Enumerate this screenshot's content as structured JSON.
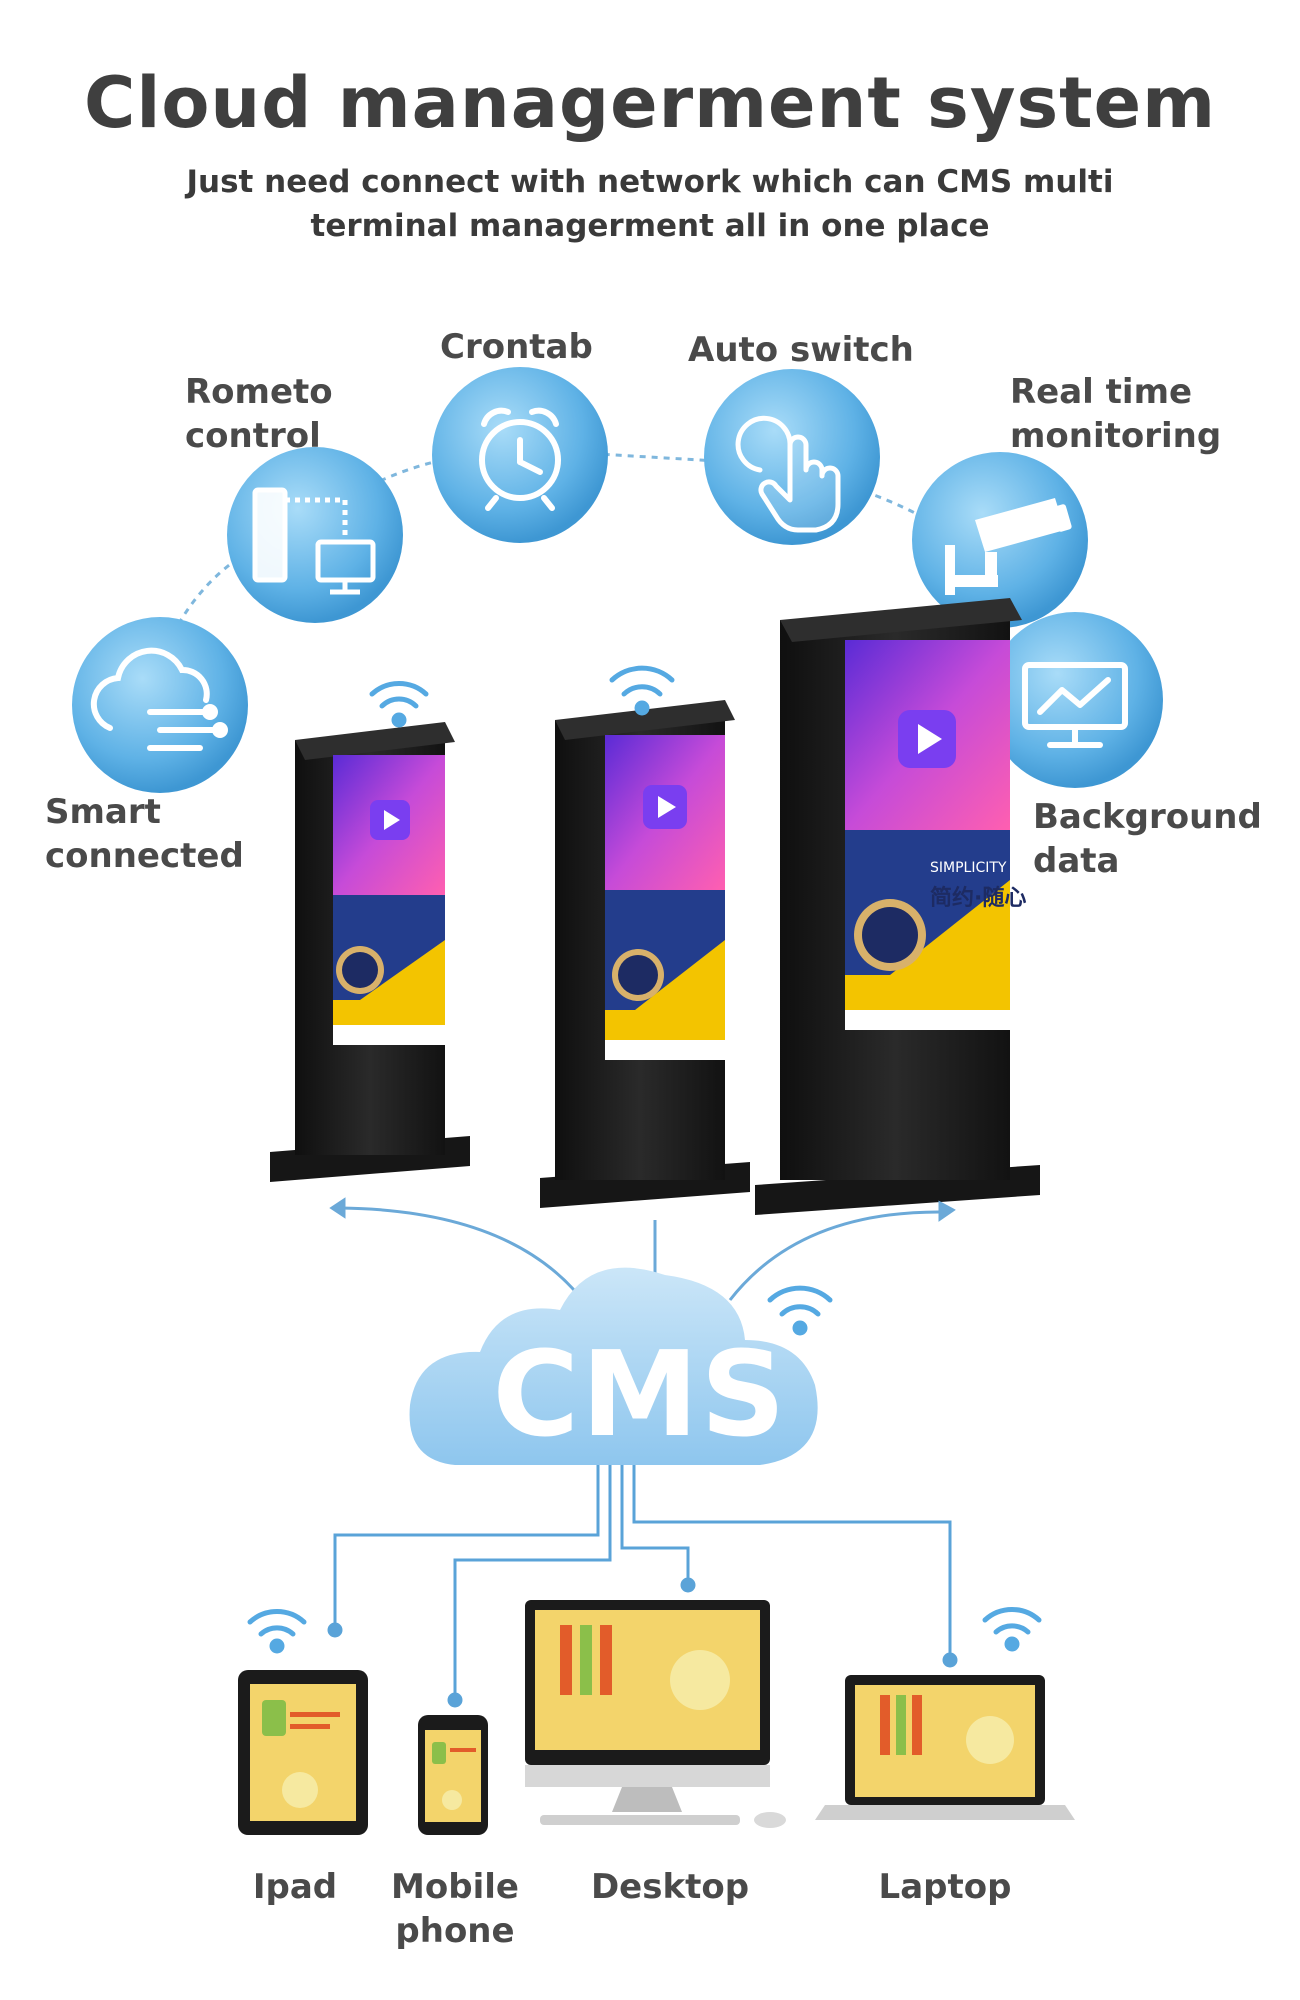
{
  "header": {
    "title": "Cloud managerment system",
    "subtitle": "Just need connect with network which can CMS multi\nterminal managerment all in one place"
  },
  "features": [
    {
      "label": "Smart\nconnected",
      "icon": "cloud-network-icon"
    },
    {
      "label": "Rometo\ncontrol",
      "icon": "remote-control-icon"
    },
    {
      "label": "Crontab",
      "icon": "alarm-clock-icon"
    },
    {
      "label": "Auto switch",
      "icon": "hand-pointer-icon"
    },
    {
      "label": "Real time\nmonitoring",
      "icon": "security-camera-icon"
    },
    {
      "label": "Background\ndata",
      "icon": "line-chart-monitor-icon"
    }
  ],
  "hub": {
    "label": "CMS"
  },
  "devices": [
    {
      "label": "Ipad",
      "icon": "tablet-icon"
    },
    {
      "label": "Mobile\nphone",
      "icon": "phone-icon"
    },
    {
      "label": "Desktop",
      "icon": "desktop-icon"
    },
    {
      "label": "Laptop",
      "icon": "laptop-icon"
    }
  ],
  "kiosk_screen": {
    "overlay_text": "简约·随心",
    "overlay_text_en": "SIMPLICITY"
  },
  "colors": {
    "circle": "#6ab8e8",
    "connector": "#3a8fcf",
    "cloud": "#a9d4f2",
    "kiosk": "#1c1c1c",
    "screen_yellow": "#f3c400"
  }
}
